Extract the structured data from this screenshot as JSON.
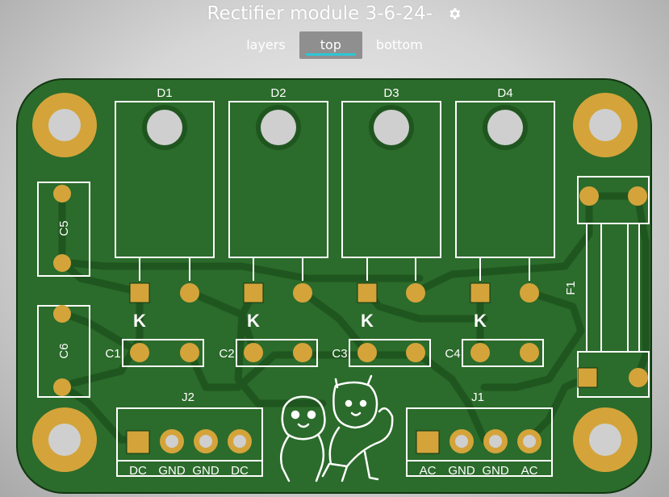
{
  "window": {
    "title": "Rectifier module 3-6-24-"
  },
  "tabs": [
    {
      "label": "layers",
      "active": false
    },
    {
      "label": "top",
      "active": true
    },
    {
      "label": "bottom",
      "active": false
    }
  ],
  "board": {
    "colors": {
      "board": "#2b6b2b",
      "trace": "#1f561f",
      "pad": "#d4a43a",
      "silk": "#ffffff",
      "hole": "#cfcfcf",
      "tab_underline": "#2bc7d6"
    },
    "diodes": [
      {
        "ref": "D1",
        "mark": "K"
      },
      {
        "ref": "D2",
        "mark": "K"
      },
      {
        "ref": "D3",
        "mark": "K"
      },
      {
        "ref": "D4",
        "mark": "K"
      }
    ],
    "capacitors": [
      {
        "ref": "C1"
      },
      {
        "ref": "C2"
      },
      {
        "ref": "C3"
      },
      {
        "ref": "C4"
      },
      {
        "ref": "C5"
      },
      {
        "ref": "C6"
      }
    ],
    "fuse": {
      "ref": "F1"
    },
    "connectors": [
      {
        "ref": "J2",
        "pins": [
          "DC",
          "GND",
          "GND",
          "DC"
        ]
      },
      {
        "ref": "J1",
        "pins": [
          "AC",
          "GND",
          "GND",
          "AC"
        ]
      }
    ]
  }
}
